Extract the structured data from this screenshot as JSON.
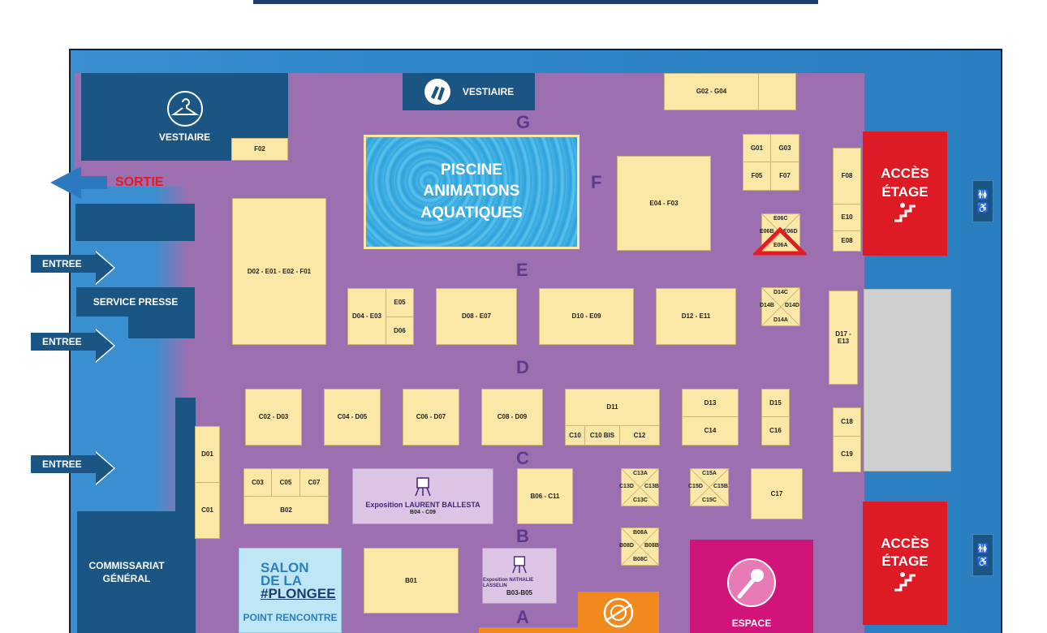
{
  "hall_letters": [
    "G",
    "F",
    "E",
    "D",
    "C",
    "B",
    "A"
  ],
  "labels": {
    "vestiaire_left": "VESTIAIRE",
    "vestiaire_top": "VESTIAIRE",
    "sortie": "SORTIE",
    "entree": "ENTREE",
    "service_presse": "SERVICE PRESSE",
    "commissariat_line1": "COMMISSARIAT",
    "commissariat_line2": "GÉNÉRAL",
    "pool_line1": "PISCINE",
    "pool_line2": "ANIMATIONS",
    "pool_line3": "AQUATIQUES",
    "acces_line1": "ACCÈS",
    "acces_line2": "ÉTAGE",
    "expo_ballesta_line1": "Exposition LAURENT BALLESTA",
    "expo_ballesta_line2": "B04 - C09",
    "expo_lasselin_line1": "Exposition NATHALIE LASSELIN",
    "expo_lasselin_line2": "B03-B05",
    "salon_line1": "SALON",
    "salon_line2": "DE LA",
    "salon_line3": "#PLONGEE",
    "point_rencontre": "POINT RENCONTRE",
    "espace": "ESPACE"
  },
  "stands": {
    "f02": "F02",
    "g02_g04": "G02 - G04",
    "g01": "G01",
    "g03": "G03",
    "f05": "F05",
    "f07": "F07",
    "e04_f03": "E04 - F03",
    "f08": "F08",
    "e10": "E10",
    "e08": "E08",
    "d02": "D02 - E01 - E02 - F01",
    "d04": "D04 - E03",
    "e05": "E05",
    "d06": "D06",
    "d08": "D08 - E07",
    "d10": "D10 - E09",
    "d12": "D12 - E11",
    "d17": "D17 - E13",
    "c02": "C02 - D03",
    "c04": "C04 - D05",
    "c06": "C06 - D07",
    "c08": "C08 - D09",
    "d11": "D11",
    "c10": "C10",
    "c10bis": "C10 BIS",
    "c12": "C12",
    "d13": "D13",
    "c14": "C14",
    "d15": "D15",
    "c16": "C16",
    "c18": "C18",
    "c19": "C19",
    "d01": "D01",
    "c01": "C01",
    "c03": "C03",
    "c05": "C05",
    "c07": "C07",
    "b02": "B02",
    "b06": "B06 - C11",
    "c17": "C17",
    "b01": "B01"
  },
  "cross_stands": {
    "e06": {
      "top": "E06C",
      "left": "E06B",
      "right": "E06D",
      "bottom": "E06A"
    },
    "d14": {
      "top": "D14C",
      "left": "D14B",
      "right": "D14D",
      "bottom": "D14A"
    },
    "c13": {
      "top": "C13A",
      "left": "C13D",
      "right": "C13B",
      "bottom": "C13C"
    },
    "c15": {
      "top": "C15A",
      "left": "C15D",
      "right": "C15B",
      "bottom": "C15C"
    },
    "b08": {
      "top": "B08A",
      "left": "B08D",
      "right": "B08B",
      "bottom": "B08C"
    }
  },
  "icons": {
    "hanger": "hanger-icon",
    "fins": "fins-icon",
    "stairs": "stairs-icon",
    "easel": "easel-icon",
    "microphone": "microphone-icon",
    "restroom": "restroom-icon",
    "wheelchair": "wheelchair-icon",
    "location_marker": "location-marker-icon"
  },
  "colors": {
    "hall": "#9b6fb0",
    "stand": "#fbe7a6",
    "navy": "#1b5584",
    "access": "#de1a25",
    "letters": "#5a3b8c",
    "espace": "#d1147a",
    "expo": "#dcc4e4",
    "salon": "#bfe6f5",
    "orange": "#f08a1c"
  }
}
